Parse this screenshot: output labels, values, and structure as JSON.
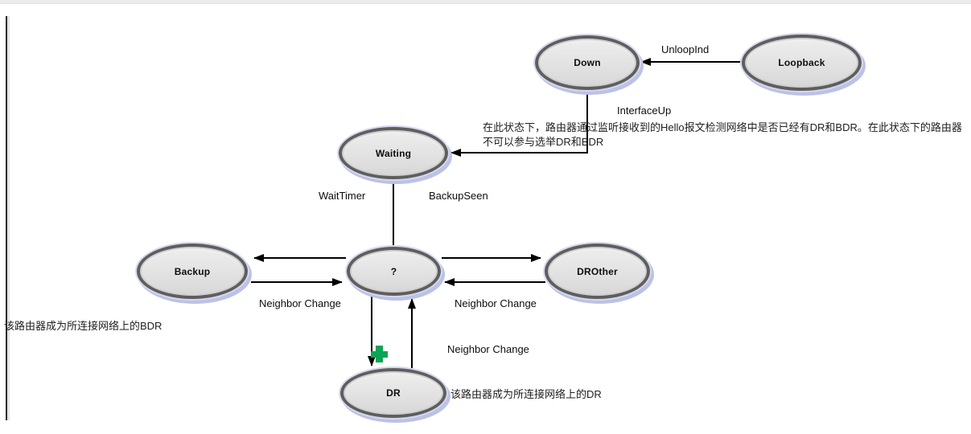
{
  "diagram": {
    "title_hint": "OSPF interface state machine",
    "nodes": {
      "down": {
        "label": "Down"
      },
      "loopback": {
        "label": "Loopback"
      },
      "waiting": {
        "label": "Waiting"
      },
      "backup": {
        "label": "Backup"
      },
      "unknown": {
        "label": "?"
      },
      "drother": {
        "label": "DROther"
      },
      "dr": {
        "label": "DR"
      }
    },
    "edge_labels": {
      "unloopind": "UnloopInd",
      "interfaceup": "InterfaceUp",
      "waittimer": "WaitTimer",
      "backupseen": "BackupSeen",
      "neighbor_change_left": "Neighbor Change",
      "neighbor_change_right": "Neighbor Change",
      "neighbor_change_bottom": "Neighbor Change"
    },
    "annotations": {
      "waiting_note_line1": "在此状态下，路由器通过监听接收到的Hello报文检测网络中是否已经有DR和BDR。在此状态下的路由器",
      "waiting_note_line2": "不可以参与选举DR和BDR",
      "bdr_note": "该路由器成为所连接网络上的BDR",
      "dr_note": "该路由器成为所连接网络上的DR"
    },
    "icons": {
      "plus_cursor": "green-plus-icon"
    },
    "colors": {
      "node_fill": "#e2e2e2",
      "node_border": "#5e5e5e",
      "node_glow": "#bcc2e5",
      "arrow": "#000000",
      "plus_icon_green": "#0ca455",
      "plus_icon_green_dark": "#067a3e"
    }
  }
}
